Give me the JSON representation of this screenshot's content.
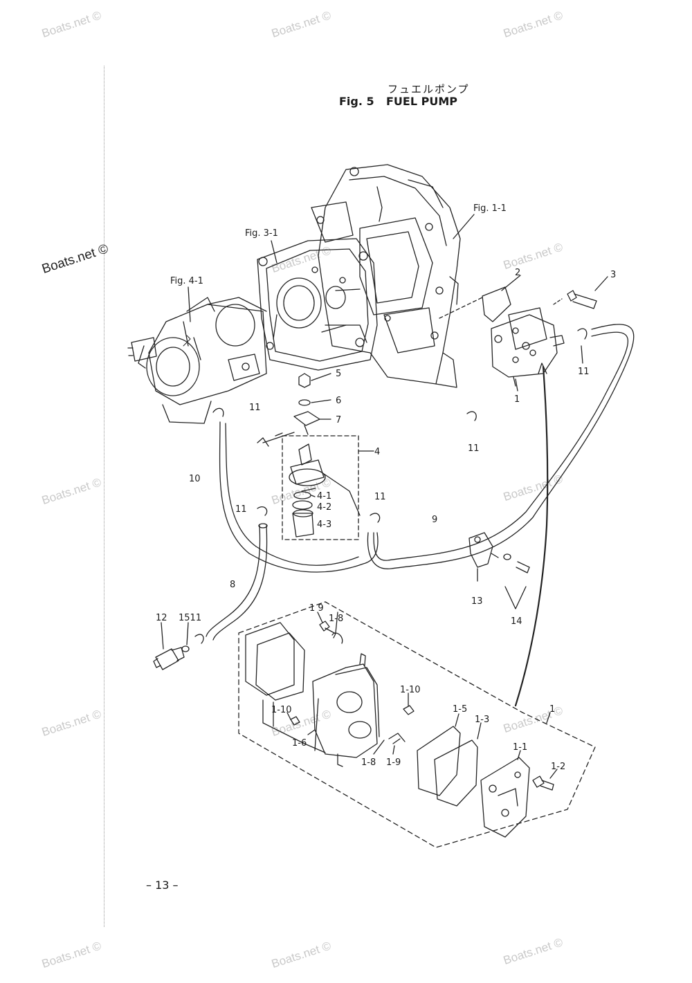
{
  "title": {
    "japanese": "フュエルポンプ",
    "figure_no": "Fig. 5",
    "name": "FUEL PUMP"
  },
  "page_number": "– 13 –",
  "watermark": "Boats.net ©",
  "references": {
    "fig_1_1": "Fig. 1-1",
    "fig_3_1": "Fig. 3-1",
    "fig_4_1": "Fig. 4-1"
  },
  "callouts": {
    "c1_top": "1",
    "c2": "2",
    "c3": "3",
    "c4": "4",
    "c4_1": "4-1",
    "c4_2": "4-2",
    "c4_3": "4-3",
    "c5": "5",
    "c6": "6",
    "c7": "7",
    "c8": "8",
    "c9": "9",
    "c10": "10",
    "c11_a": "11",
    "c11_b": "11",
    "c11_c": "11",
    "c11_d": "11",
    "c11_e": "11",
    "c12": "12",
    "c13": "13",
    "c14": "14",
    "c15_11": "1511",
    "c1_1": "1-1",
    "c1_2": "1-2",
    "c1_3": "1-3",
    "c1_5": "1-5",
    "c1_6": "1-6",
    "c1_8_a": "1-8",
    "c1_8_b": "1-8",
    "c1_9_a": "1 9",
    "c1_9_b": "1-9",
    "c1_10_a": "1-10",
    "c1_10_b": "1-10",
    "c1_exploded": "1"
  }
}
